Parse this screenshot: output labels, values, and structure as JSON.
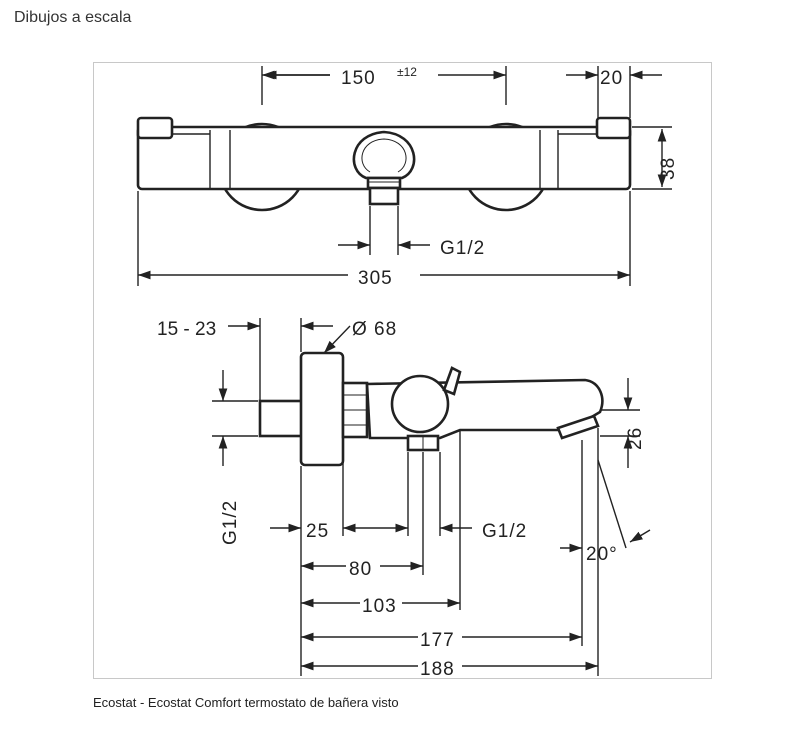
{
  "heading": "Dibujos a escala",
  "caption": "Ecostat - Ecostat Comfort termostato de bañera visto",
  "dimensions": {
    "d150": "150",
    "tol12": "±12",
    "d20": "20",
    "d38": "38",
    "g12_top": "G1/2",
    "d305": "305",
    "d1523": "15 - 23",
    "dia68": "Ø 68",
    "d26": "26",
    "g12_side": "G1/2",
    "d25": "25",
    "g12_bottom": "G1/2",
    "angle20": "20°",
    "d80": "80",
    "d103": "103",
    "d177": "177",
    "d188": "188"
  }
}
